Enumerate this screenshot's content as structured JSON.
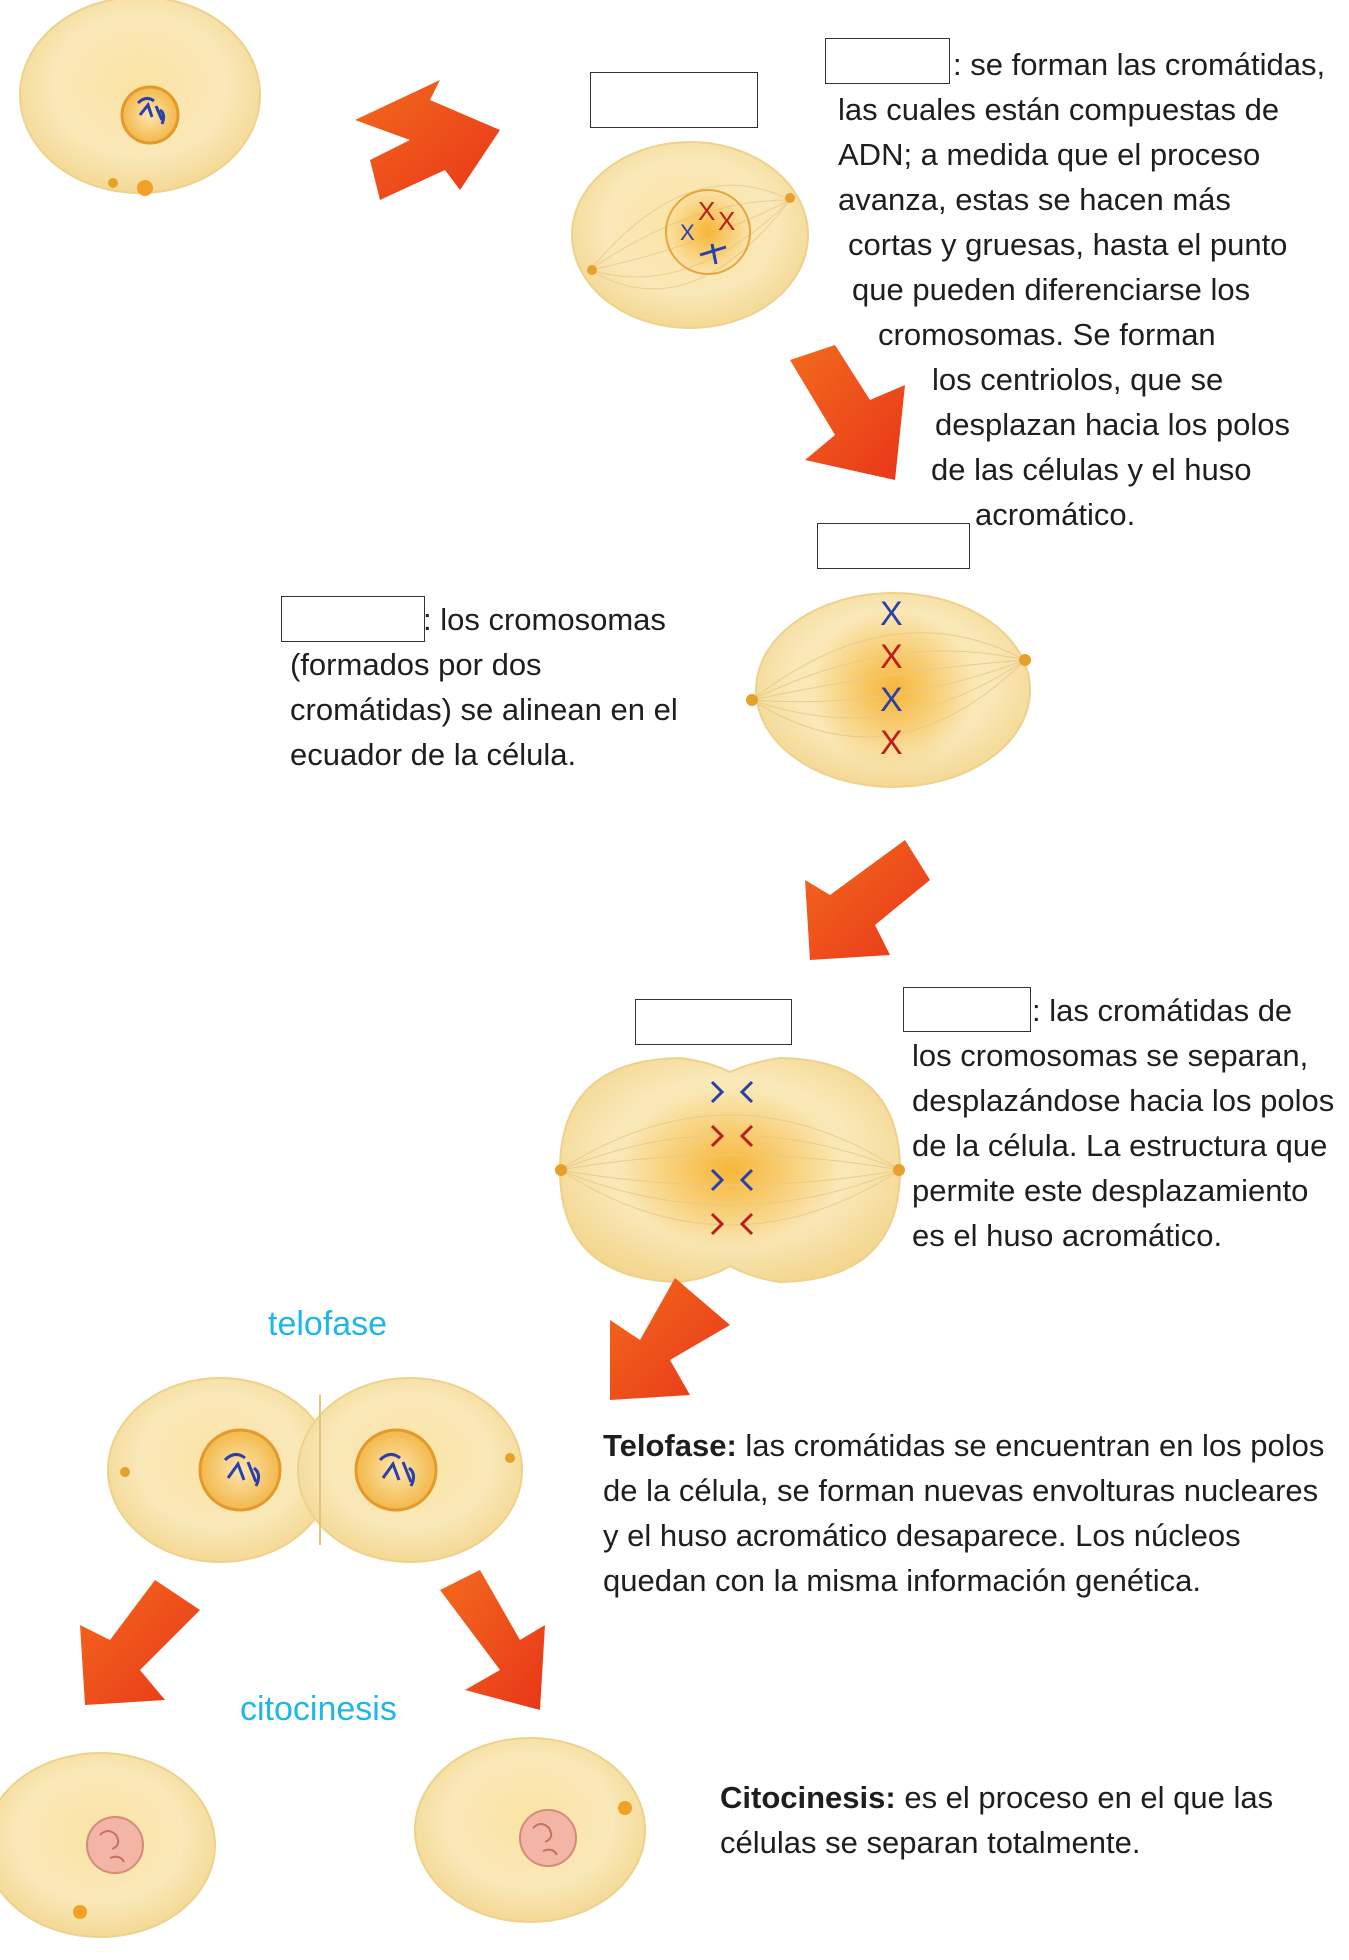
{
  "prophase": {
    "lines": [
      ": se forman las cromátidas,",
      "las cuales están compuestas de",
      "ADN; a medida que el proceso",
      "avanza, estas se hacen más",
      "cortas y gruesas, hasta el punto",
      "que pueden diferenciarse los",
      "cromosomas. Se forman",
      "los centriolos, que se",
      "desplazan hacia los polos",
      "de las células y el huso",
      "acromático."
    ]
  },
  "metaphase": {
    "lines": [
      ": los cromosomas",
      "(formados por dos",
      "cromátidas) se alinean en el",
      "ecuador de la célula."
    ]
  },
  "anaphase": {
    "lines": [
      ": las cromátidas de",
      "los cromosomas se separan,",
      "desplazándose hacia los polos",
      "de la célula. La estructura que",
      "permite este desplazamiento",
      "es el huso acromático."
    ]
  },
  "telophase": {
    "label": "telofase",
    "term": "Telofase:",
    "lines": [
      " las cromátidas se encuentran en los polos",
      "de la célula, se forman nuevas envolturas nucleares",
      "y el huso acromático desaparece. Los núcleos",
      "quedan con la misma información genética."
    ]
  },
  "cytokinesis": {
    "label": "citocinesis",
    "term": "Citocinesis:",
    "lines": [
      " es el proceso en el que las",
      "células se separan totalmente."
    ]
  },
  "colors": {
    "arrow": "#f04a14",
    "cell": "#f7e2a0",
    "label_cyan": "#1fb6e8",
    "chromosome_blue": "#2b3fa8",
    "chromosome_red": "#b8201e"
  }
}
